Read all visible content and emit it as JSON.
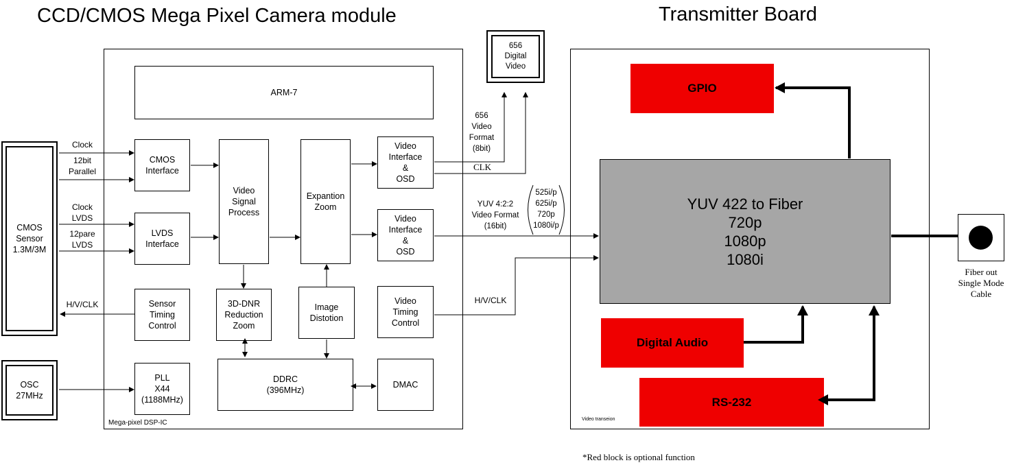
{
  "titles": {
    "camera_module": "CCD/CMOS Mega Pixel Camera module",
    "transmitter_board": "Transmitter  Board"
  },
  "camera": {
    "panel_label": "Mega-pixel  DSP-IC",
    "arm": "ARM-7",
    "cmos_interface": "CMOS\nInterface",
    "lvds_interface": "LVDS\nInterface",
    "video_signal_process": "Video\nSignal\nProcess",
    "expantion_zoom": "Expantion\nZoom",
    "video_if_osd_top": "Video\nInterface\n&\nOSD",
    "video_if_osd_mid": "Video\nInterface\n&\nOSD",
    "sensor_timing": "Sensor\nTiming\nControl",
    "dnr": "3D-DNR\nReduction\nZoom",
    "image_distortion": "Image\nDistotion",
    "video_timing": "Video\nTiming\nControl",
    "pll": "PLL\nX44\n(1188MHz)",
    "ddrc": "DDRC\n(396MHz)",
    "dmac": "DMAC"
  },
  "external": {
    "cmos_sensor": "CMOS\nSensor\n1.3M/3M",
    "osc": "OSC\n27MHz",
    "digital_video": "656\nDigital\nVideo",
    "fiber_label": "Fiber out\nSingle Mode\nCable"
  },
  "signals": {
    "clock": "Clock",
    "parallel": "12bit\nParallel",
    "clock_lvds": "Clock\nLVDS",
    "pare_lvds": "12pare\nLVDS",
    "hv_clk_left": "H/V/CLK",
    "video_656_format": "656\nVideo\nFormat\n(8bit)",
    "clk": "CLK",
    "yuv_format": "YUV 4:2:2\nVideo Format\n(16bit)",
    "resolutions": "525i/p\n625i/p\n720p\n1080i/p",
    "hv_clk_right": "H/V/CLK"
  },
  "transmitter": {
    "panel_label": "Video transeion",
    "gpio": "GPIO",
    "yuv_fiber": "YUV 422 to Fiber\n720p\n1080p\n1080i",
    "digital_audio": "Digital Audio",
    "rs232": "RS-232"
  },
  "footnote": "*Red block is optional function",
  "colors": {
    "optional_block": "#ef0000",
    "converter_block": "#a6a6a6"
  }
}
